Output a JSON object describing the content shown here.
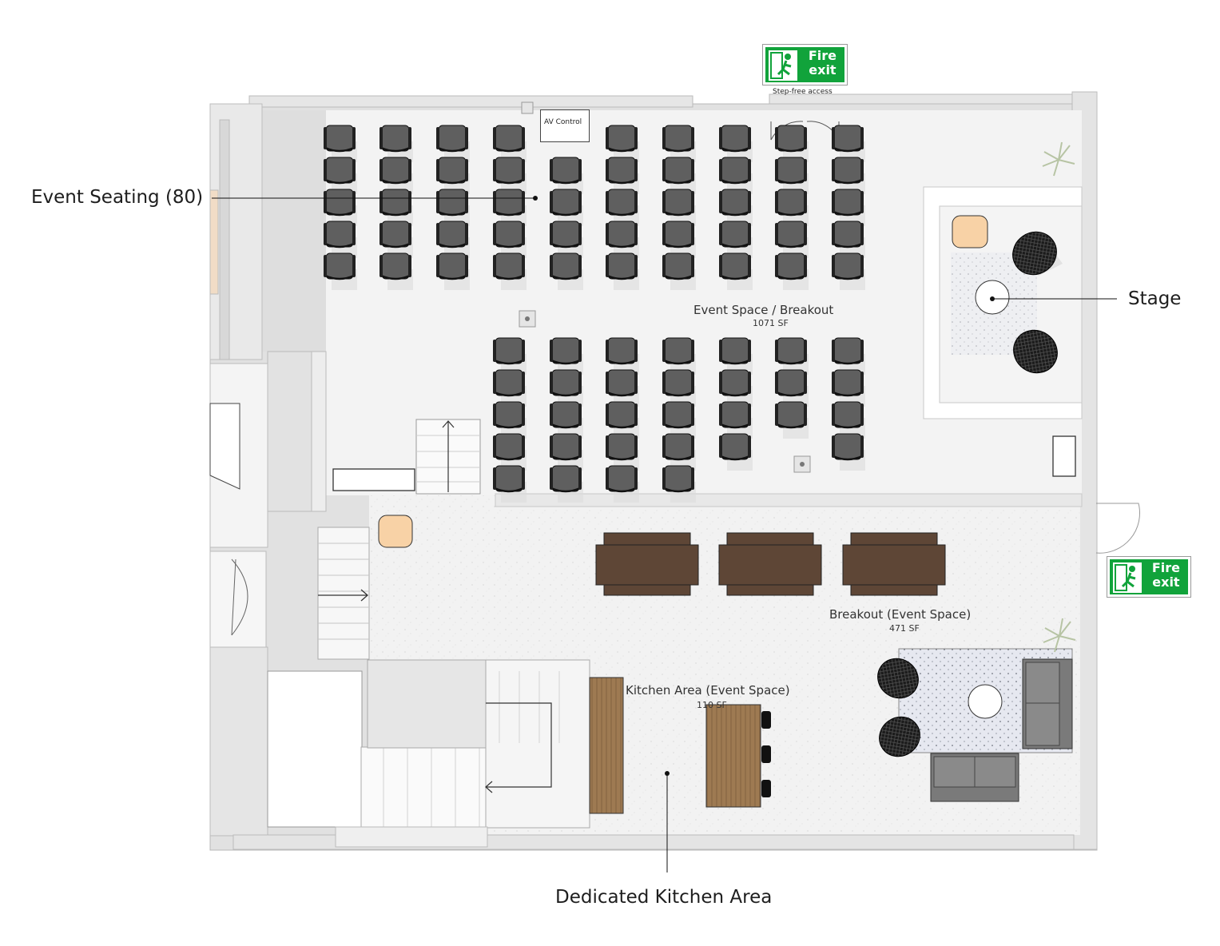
{
  "callouts": {
    "event_seating": "Event Seating (80)",
    "stage": "Stage",
    "kitchen": "Dedicated Kitchen Area"
  },
  "rooms": {
    "event_space": {
      "name": "Event Space / Breakout",
      "area": "1071 SF"
    },
    "breakout": {
      "name": "Breakout (Event Space)",
      "area": "471 SF"
    },
    "kitchen": {
      "name": "Kitchen Area (Event Space)",
      "area": "110 SF"
    }
  },
  "signs": {
    "fire_exit_line1": "Fire",
    "fire_exit_line2": "exit",
    "step_free": "Step-free access"
  },
  "av_control": "AV Control",
  "colors": {
    "chair": "#5f5f5f",
    "table": "#5e4636",
    "wood": "#9b774f",
    "fire_green": "#11a33b",
    "ottoman": "#f8d2a6",
    "rug": "#e4e6ee",
    "sofa": "#777777",
    "floor": "#f3f3f3",
    "wall": "#dcdcdc"
  },
  "icons": [
    "fire-exit-icon",
    "plant-icon",
    "chair-icon",
    "stair-arrow-icon"
  ]
}
